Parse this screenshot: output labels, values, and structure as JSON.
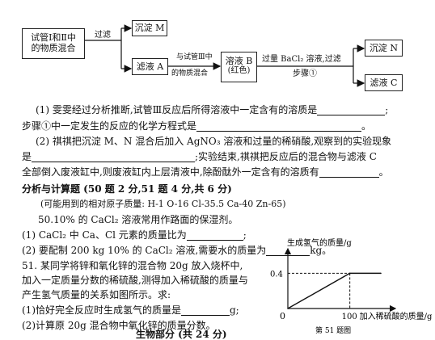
{
  "flow": {
    "box_start_l1": "试管Ⅰ和Ⅱ中",
    "box_start_l2": "的物质混合",
    "arrow_filter": "过滤",
    "box_precip_m": "沉淀 M",
    "box_filtrate_a": "滤液 A",
    "mix_l1": "与试管Ⅲ中",
    "mix_l2": "的物质混合",
    "box_sol_b_l1": "溶液 B",
    "box_sol_b_l2": "(红色)",
    "arrow_step_top": "过量 BaCl₂ 溶液,过滤",
    "arrow_step_bottom": "步骤①",
    "box_precip_n": "沉淀 N",
    "box_filtrate_c": "滤液 C"
  },
  "q1": {
    "line1": "(1) 雯雯经过分析推断,试管Ⅲ反应后所得溶液中一定含有的溶质是",
    "line1_end": ";",
    "line2": "步骤①中一定发生的反应的化学方程式是",
    "line2_end": "。"
  },
  "q2": {
    "line1": "(2) 祺祺把沉淀 M、N 混合后加入 AgNO₃ 溶液和过量的稀硝酸,观察到的实验现象",
    "line2_start": "是",
    "line2_end": ";实验结束,祺祺把反应后的混合物与滤液 C",
    "line3": "全部倒入废液缸中,则废液缸内上层清液中,除酚酞外一定含有的溶质有",
    "line3_end": "。"
  },
  "section": {
    "title": "分析与计算题 (50 题 2 分,51 题 4 分,共 6 分)",
    "atomic_masses": "(可能用到的相对原子质量: H-1 O-16 Cl-35.5 Ca-40 Zn-65)"
  },
  "q50": {
    "stem": "50.10% 的 CaCl₂ 溶液常用作路面的保湿剂。",
    "sub1": "(1) CaCl₂ 中 Ca、Cl 元素的质量比为",
    "sub1_end": ";",
    "sub2": "(2) 要配制 200 kg 10% 的 CaCl₂ 溶液,需要水的质量为",
    "sub2_end": "kg。"
  },
  "q51": {
    "line1": "51. 某同学将锌和氧化锌的混合物 20g 放入烧杯中,",
    "line2": "加入一定质量分数的稀硫酸,测得加入稀硫酸的质量与",
    "line3": "产生氢气质量的关系如图所示。求:",
    "sub1": "(1)恰好完全反应时生成氢气的质量是",
    "sub1_end": "g;",
    "sub2": "(2)计算原 20g 混合物中氧化锌的质量分数。"
  },
  "footer": "生物部分 (共 24 分)",
  "chart_data": {
    "type": "line",
    "ylabel": "生成氢气的质量/g",
    "xlabel": "加入稀硫酸的质量/g",
    "origin_label": "0",
    "x_tick_labels": [
      "100"
    ],
    "y_tick_labels": [
      "0.4"
    ],
    "caption": "第 51 题图",
    "series": [
      {
        "x": [
          0,
          100,
          150
        ],
        "y": [
          0,
          0.4,
          0.4
        ]
      }
    ],
    "xlim": [
      0,
      150
    ],
    "ylim": [
      0,
      0.55
    ]
  }
}
